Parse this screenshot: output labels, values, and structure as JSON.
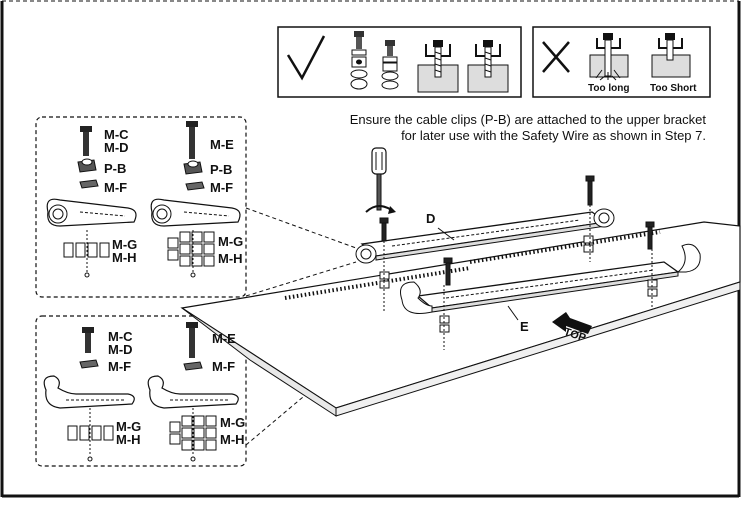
{
  "instruction_note": {
    "line1": "Ensure the cable clips (P-B) are attached to the upper bracket",
    "line2": "for later use with the Safety Wire as shown in Step 7."
  },
  "correct_box": {
    "mark": "check-mark"
  },
  "incorrect_box": {
    "mark": "x-mark",
    "caption_long": "Too long",
    "caption_short": "Too Short"
  },
  "detail_upper": {
    "left_part": {
      "screw1": "M-C",
      "screw2": "M-D",
      "clip": "P-B",
      "washer": "M-F",
      "spacer1": "M-G",
      "spacer2": "M-H"
    },
    "right_part": {
      "screw": "M-E",
      "clip": "P-B",
      "washer": "M-F",
      "spacer1": "M-G",
      "spacer2": "M-H"
    }
  },
  "detail_lower": {
    "left_part": {
      "screw1": "M-C",
      "screw2": "M-D",
      "washer": "M-F",
      "spacer1": "M-G",
      "spacer2": "M-H"
    },
    "right_part": {
      "screw": "M-E",
      "washer": "M-F",
      "spacer1": "M-G",
      "spacer2": "M-H"
    }
  },
  "bracket_labels": {
    "upper": "D",
    "lower": "E"
  },
  "direction": {
    "label": "TOP"
  }
}
